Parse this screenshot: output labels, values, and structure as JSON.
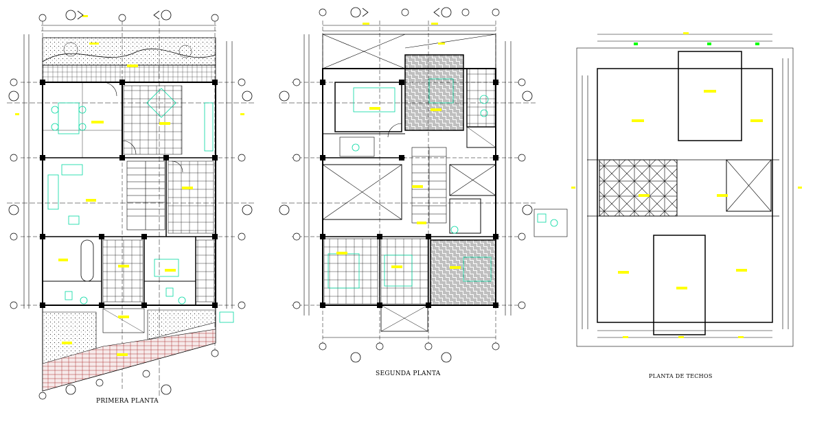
{
  "titles": {
    "first_floor": "PRIMERA PLANTA",
    "second_floor": "SEGUNDA PLANTA",
    "roof": "PLANTA DE TECHOS"
  },
  "colors": {
    "linework": "#000000",
    "labels": "#ffff00",
    "fixtures": "#00d8a0",
    "grid_marker": "#0000ff",
    "background": "#ffffff"
  }
}
